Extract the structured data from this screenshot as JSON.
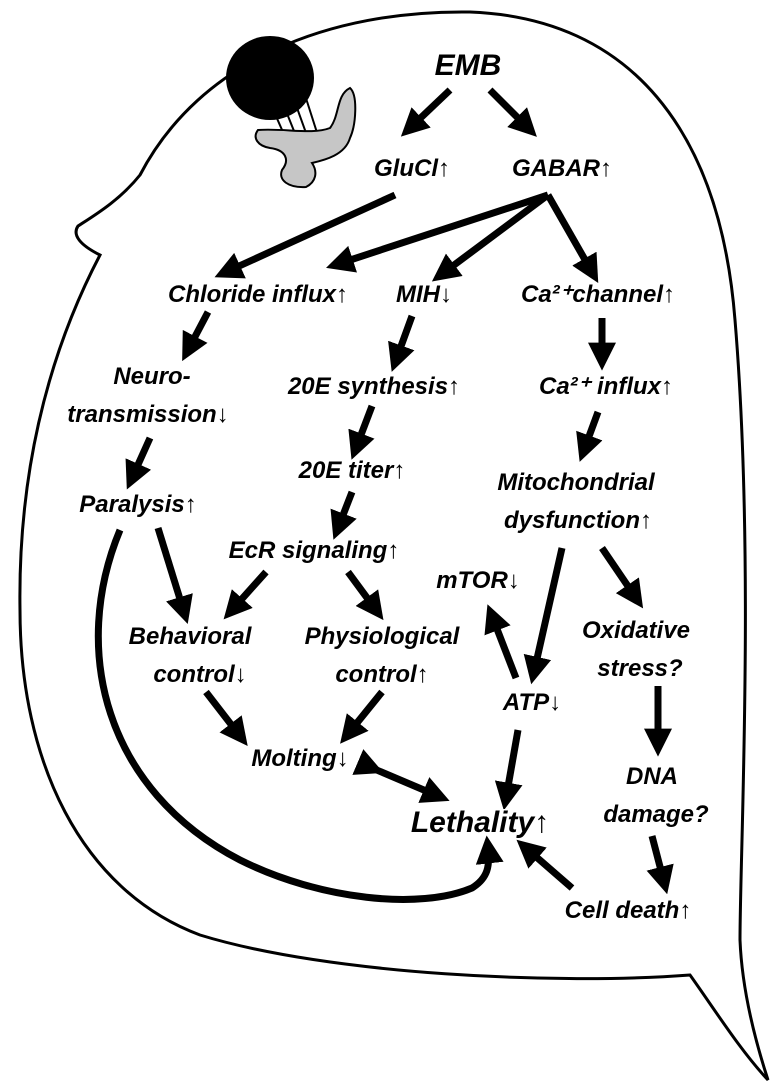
{
  "diagram": {
    "nodes": {
      "emb": "EMB",
      "glucl": "GluCl↑",
      "gabar": "GABAR↑",
      "chloride_influx": "Chloride  influx↑",
      "mih": "MIH↓",
      "ca_channel": "Ca²⁺channel↑",
      "neuro_line1": "Neuro-",
      "neuro_line2": "transmission↓",
      "synthesis_20e": "20E synthesis↑",
      "ca_influx": "Ca²⁺ influx↑",
      "paralysis": "Paralysis↑",
      "titer_20e": "20E titer↑",
      "mito_line1": "Mitochondrial",
      "mito_line2": "dysfunction↑",
      "ecr_signaling": "EcR  signaling↑",
      "mtor": "mTOR↓",
      "behavioral_line1": "Behavioral",
      "behavioral_line2": "control↓",
      "physiological_line1": "Physiological",
      "physiological_line2": "control↑",
      "oxidative_line1": "Oxidative",
      "oxidative_line2": "stress?",
      "atp": "ATP↓",
      "molting": "Molting↓",
      "dna_line1": "DNA",
      "dna_line2": "damage?",
      "lethality": "Lethality↑",
      "cell_death": "Cell death↑"
    },
    "edges": [
      [
        "EMB",
        "GluCl"
      ],
      [
        "EMB",
        "GABAR"
      ],
      [
        "GluCl",
        "Chloride influx"
      ],
      [
        "GABAR",
        "Chloride influx"
      ],
      [
        "GABAR",
        "MIH"
      ],
      [
        "GABAR",
        "Ca2+ channel"
      ],
      [
        "Chloride influx",
        "Neurotransmission"
      ],
      [
        "Neurotransmission",
        "Paralysis"
      ],
      [
        "Paralysis",
        "Behavioral control"
      ],
      [
        "Paralysis",
        "Lethality"
      ],
      [
        "MIH",
        "20E synthesis"
      ],
      [
        "20E synthesis",
        "20E titer"
      ],
      [
        "20E titer",
        "EcR signaling"
      ],
      [
        "EcR signaling",
        "Behavioral control"
      ],
      [
        "EcR signaling",
        "Physiological control"
      ],
      [
        "Behavioral control",
        "Molting"
      ],
      [
        "Physiological control",
        "Molting"
      ],
      [
        "Molting",
        "Lethality"
      ],
      [
        "Lethality",
        "Molting"
      ],
      [
        "Ca2+ channel",
        "Ca2+ influx"
      ],
      [
        "Ca2+ influx",
        "Mitochondrial dysfunction"
      ],
      [
        "Mitochondrial dysfunction",
        "ATP"
      ],
      [
        "Mitochondrial dysfunction",
        "Oxidative stress"
      ],
      [
        "ATP",
        "mTOR"
      ],
      [
        "ATP",
        "Lethality"
      ],
      [
        "Oxidative stress",
        "DNA damage"
      ],
      [
        "DNA damage",
        "Cell death"
      ],
      [
        "Cell death",
        "Lethality"
      ]
    ]
  }
}
